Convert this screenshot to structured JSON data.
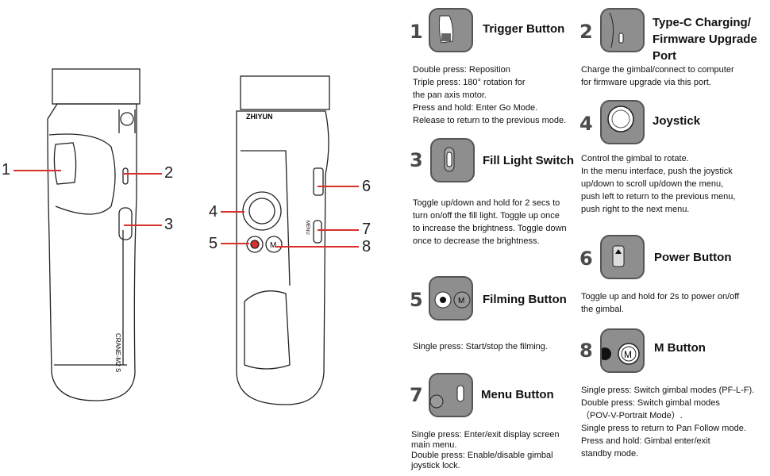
{
  "device_left": {
    "label_side": "CRANE-M2 S",
    "callouts": [
      {
        "num": "1"
      },
      {
        "num": "2"
      },
      {
        "num": "3"
      }
    ]
  },
  "device_right": {
    "brand": "ZHIYUN",
    "menu_label": "MENU",
    "callouts": [
      {
        "num": "4"
      },
      {
        "num": "5"
      },
      {
        "num": "6"
      },
      {
        "num": "7"
      },
      {
        "num": "8"
      }
    ]
  },
  "accent_color": "#d9302c",
  "cards": [
    {
      "num": "1",
      "icon": "trigger-button-icon",
      "title": "Trigger Button",
      "desc": "Double press: Reposition\nTriple press: 180°   rotation for\nthe pan axis motor.\nPress and hold: Enter Go Mode.\nRelease to return to the previous mode."
    },
    {
      "num": "2",
      "icon": "usb-c-port-icon",
      "title": "Type-C Charging/\nFirmware Upgrade Port",
      "desc": "Charge the gimbal/connect to computer\nfor firmware upgrade via this port."
    },
    {
      "num": "3",
      "icon": "fill-light-switch-icon",
      "title": "Fill Light Switch",
      "desc": "Toggle up/down and hold for 2 secs to\nturn on/off the fill light. Toggle up once\nto increase the brightness. Toggle down\nonce to decrease the brightness."
    },
    {
      "num": "4",
      "icon": "joystick-icon",
      "title": "Joystick",
      "desc": "Control the gimbal to rotate.\nIn the menu interface, push the joystick\nup/down to scroll up/down the menu,\npush left to return to the previous menu,\npush right to the next menu."
    },
    {
      "num": "5",
      "icon": "filming-button-icon",
      "title": "Filming Button",
      "desc": "Single press: Start/stop the filming."
    },
    {
      "num": "6",
      "icon": "power-button-icon",
      "title": "Power Button",
      "desc": "Toggle up and hold for 2s to power on/off\nthe gimbal."
    },
    {
      "num": "7",
      "icon": "menu-button-icon",
      "title": "Menu Button",
      "desc": "Single press: Enter/exit display screen\nmain menu.\nDouble press: Enable/disable gimbal\njoystick lock."
    },
    {
      "num": "8",
      "icon": "m-button-icon",
      "title": "M Button",
      "desc": "Single press: Switch gimbal modes (PF-L-F).\nDouble press: Switch gimbal modes\n（POV-V-Portrait Mode）.\nSingle press to return to Pan Follow mode.\nPress and hold: Gimbal enter/exit\nstandby mode."
    }
  ]
}
